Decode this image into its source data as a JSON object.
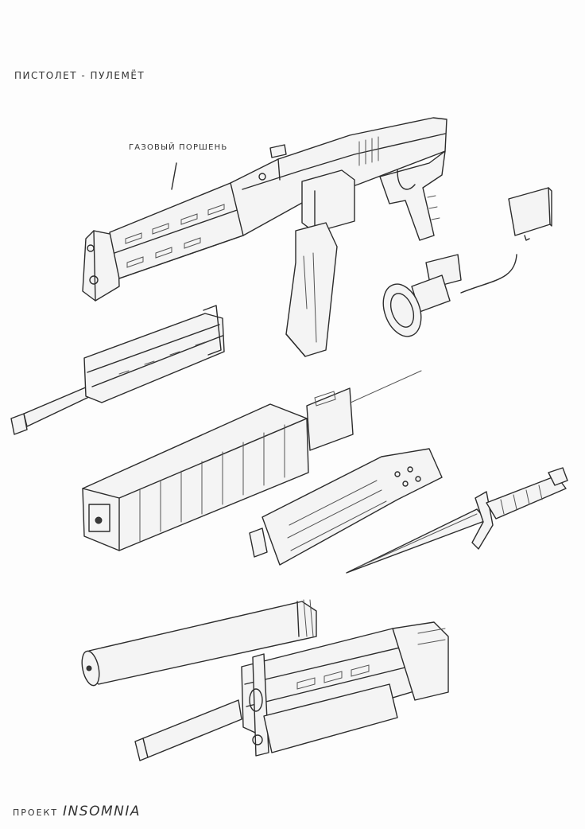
{
  "sheet": {
    "title": "ПИСТОЛЕТ - ПУЛЕМЁТ",
    "annotation": "ГАЗОВЫЙ ПОРШЕНЬ",
    "signature": {
      "prefix": "ПРОЕКТ",
      "name": "INSOMNIA"
    }
  },
  "colors": {
    "paper": "#fdfdfd",
    "ink": "#2c2c2c"
  }
}
